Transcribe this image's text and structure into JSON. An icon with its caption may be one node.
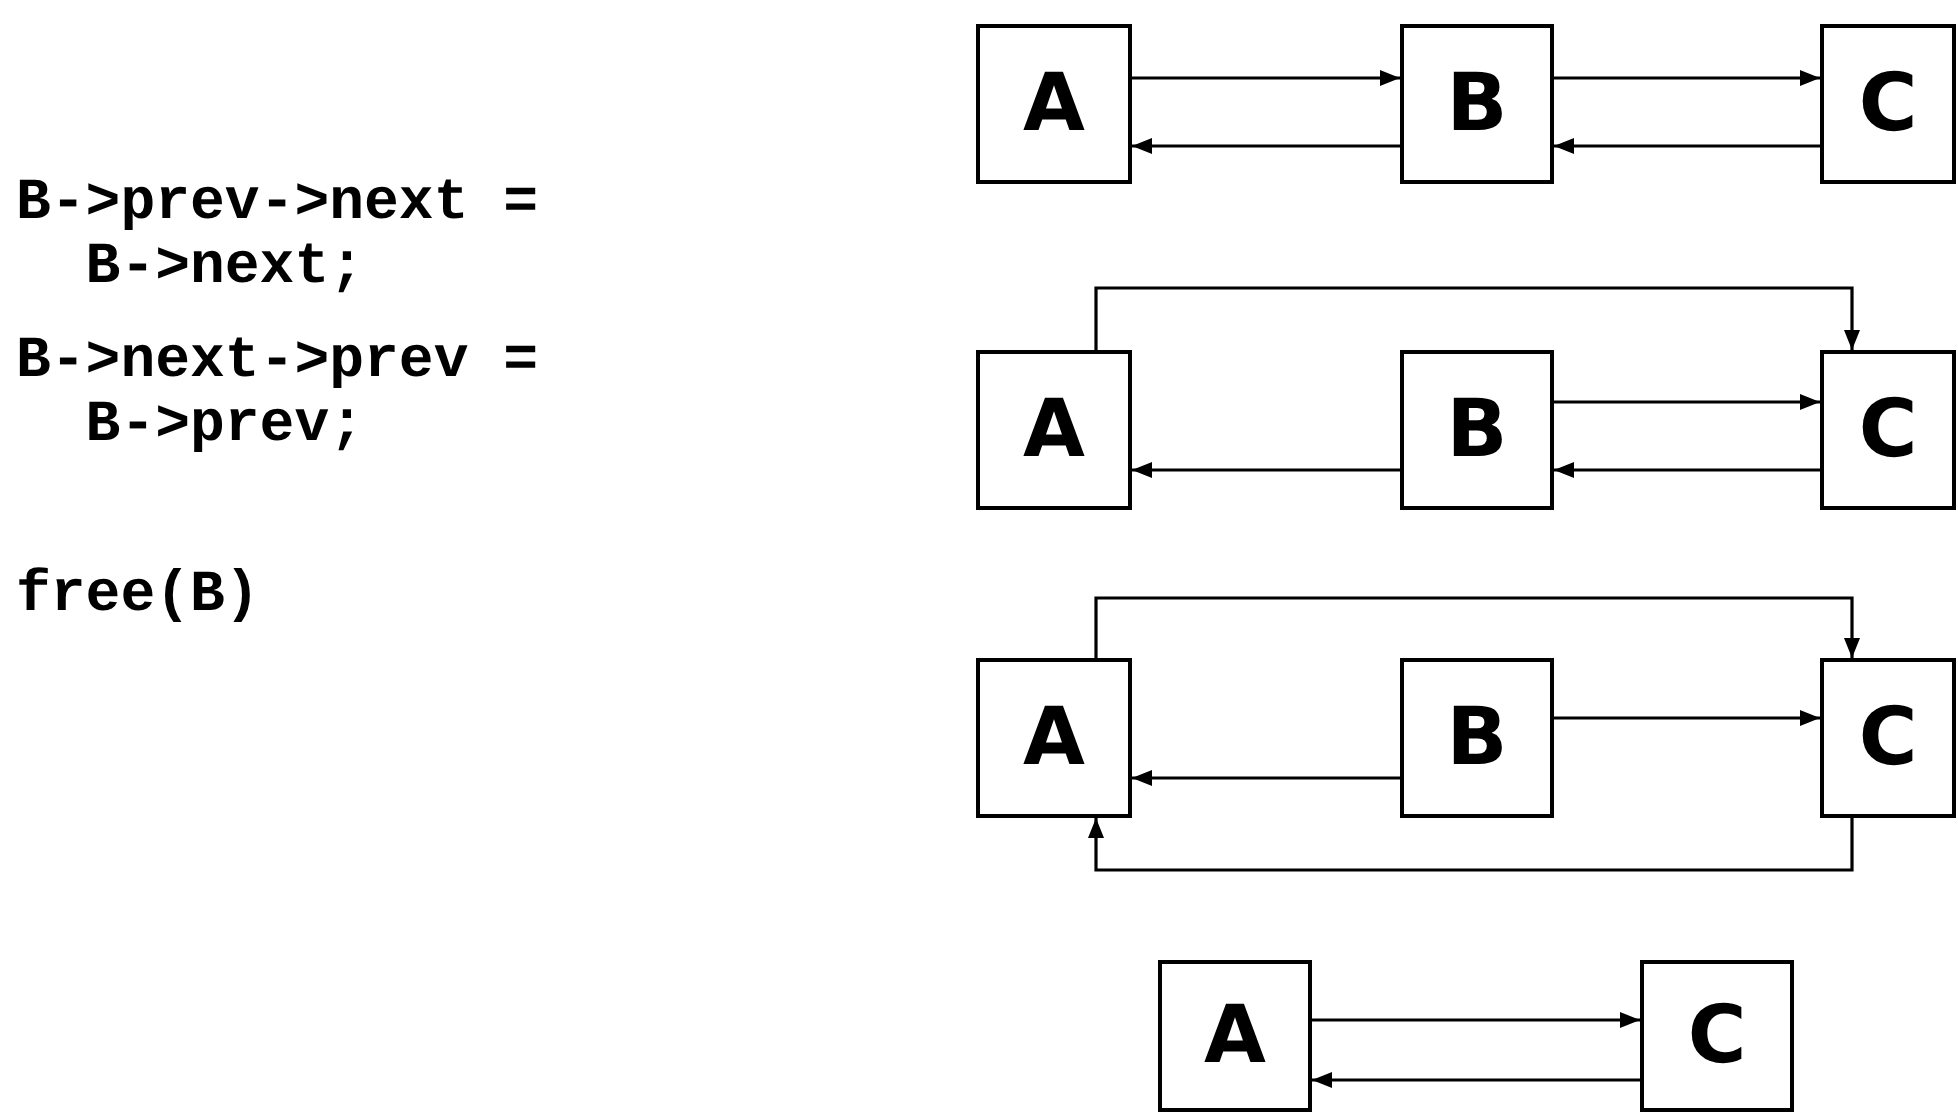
{
  "diagram": {
    "nodes": [
      {
        "text": [
          "A"
        ]
      },
      {
        "text": [
          "B"
        ]
      },
      {
        "text": [
          "C"
        ]
      },
      {
        "text": [
          "A"
        ]
      },
      {
        "text": [
          "B"
        ]
      },
      {
        "text": [
          "C"
        ]
      },
      {
        "text": [
          "A"
        ]
      },
      {
        "text": [
          "B"
        ]
      },
      {
        "text": [
          "C"
        ]
      },
      {
        "text": [
          "A"
        ]
      },
      {
        "text": [
          "C"
        ]
      }
    ],
    "edges": [
      {
        "from": 0,
        "to": 1,
        "arrow": "to"
      },
      {
        "from": 1,
        "to": 0,
        "arrow": "to"
      },
      {
        "from": 1,
        "to": 2,
        "arrow": "to"
      },
      {
        "from": 2,
        "to": 1,
        "arrow": "to"
      },
      {
        "from": 3,
        "to": 5,
        "arrow": "to"
      },
      {
        "from": 4,
        "to": 5,
        "arrow": "to"
      },
      {
        "from": 5,
        "to": 4,
        "arrow": "to"
      },
      {
        "from": 4,
        "to": 3,
        "arrow": "to"
      },
      {
        "from": 6,
        "to": 8,
        "arrow": "to"
      },
      {
        "from": 7,
        "to": 8,
        "arrow": "to"
      },
      {
        "from": 7,
        "to": 6,
        "arrow": "to"
      },
      {
        "from": 8,
        "to": 6,
        "arrow": "to"
      },
      {
        "from": 9,
        "to": 10,
        "arrow": "to"
      },
      {
        "from": 10,
        "to": 9,
        "arrow": "to"
      }
    ],
    "labels": [
      "B->prev->next = B->next;",
      "B->next->prev = B->prev;",
      "free(B)"
    ]
  }
}
